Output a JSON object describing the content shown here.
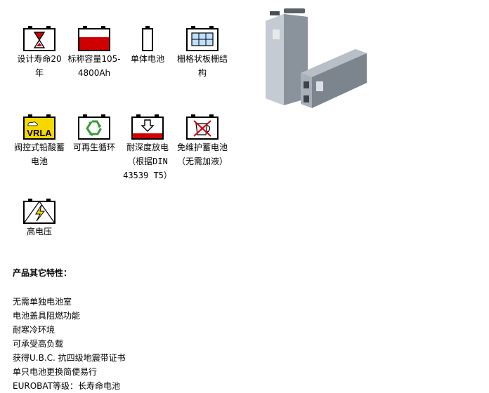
{
  "features": [
    {
      "icon": "hourglass-icon",
      "label": "设计寿命20\n年"
    },
    {
      "icon": "capacity-icon",
      "label": "标称容量105-\n4800Ah",
      "color": "#d00000"
    },
    {
      "icon": "single-cell-icon",
      "label": "单体电池"
    },
    {
      "icon": "grid-plate-icon",
      "label": "栅格状板栅结\n构",
      "color": "#bfe0ff"
    },
    {
      "icon": "vrla-icon",
      "label": "阀控式铅酸蓄\n电池",
      "badge": "VRLA",
      "color": "#f5d800"
    },
    {
      "icon": "recycle-icon",
      "label": "可再生循环",
      "color": "#3a9a3a"
    },
    {
      "icon": "deep-discharge-icon",
      "label": "耐深度放电\n（根据DIN\n43539 T5）",
      "color": "#d00000"
    },
    {
      "icon": "maintenance-free-icon",
      "label": "免维护蓄电池\n（无需加液）"
    },
    {
      "icon": "high-voltage-icon",
      "label": "高电压",
      "color": "#f5d800"
    }
  ],
  "other_features": {
    "heading": "产品其它特性：",
    "items": [
      "无需单独电池室",
      "电池盖具阻燃功能",
      "耐寒冷环境",
      "可承受高负载",
      "获得U.B.C. 抗四级地震带证书",
      "单只电池更换简便易行",
      "EUROBAT等级：长寿命电池"
    ]
  }
}
